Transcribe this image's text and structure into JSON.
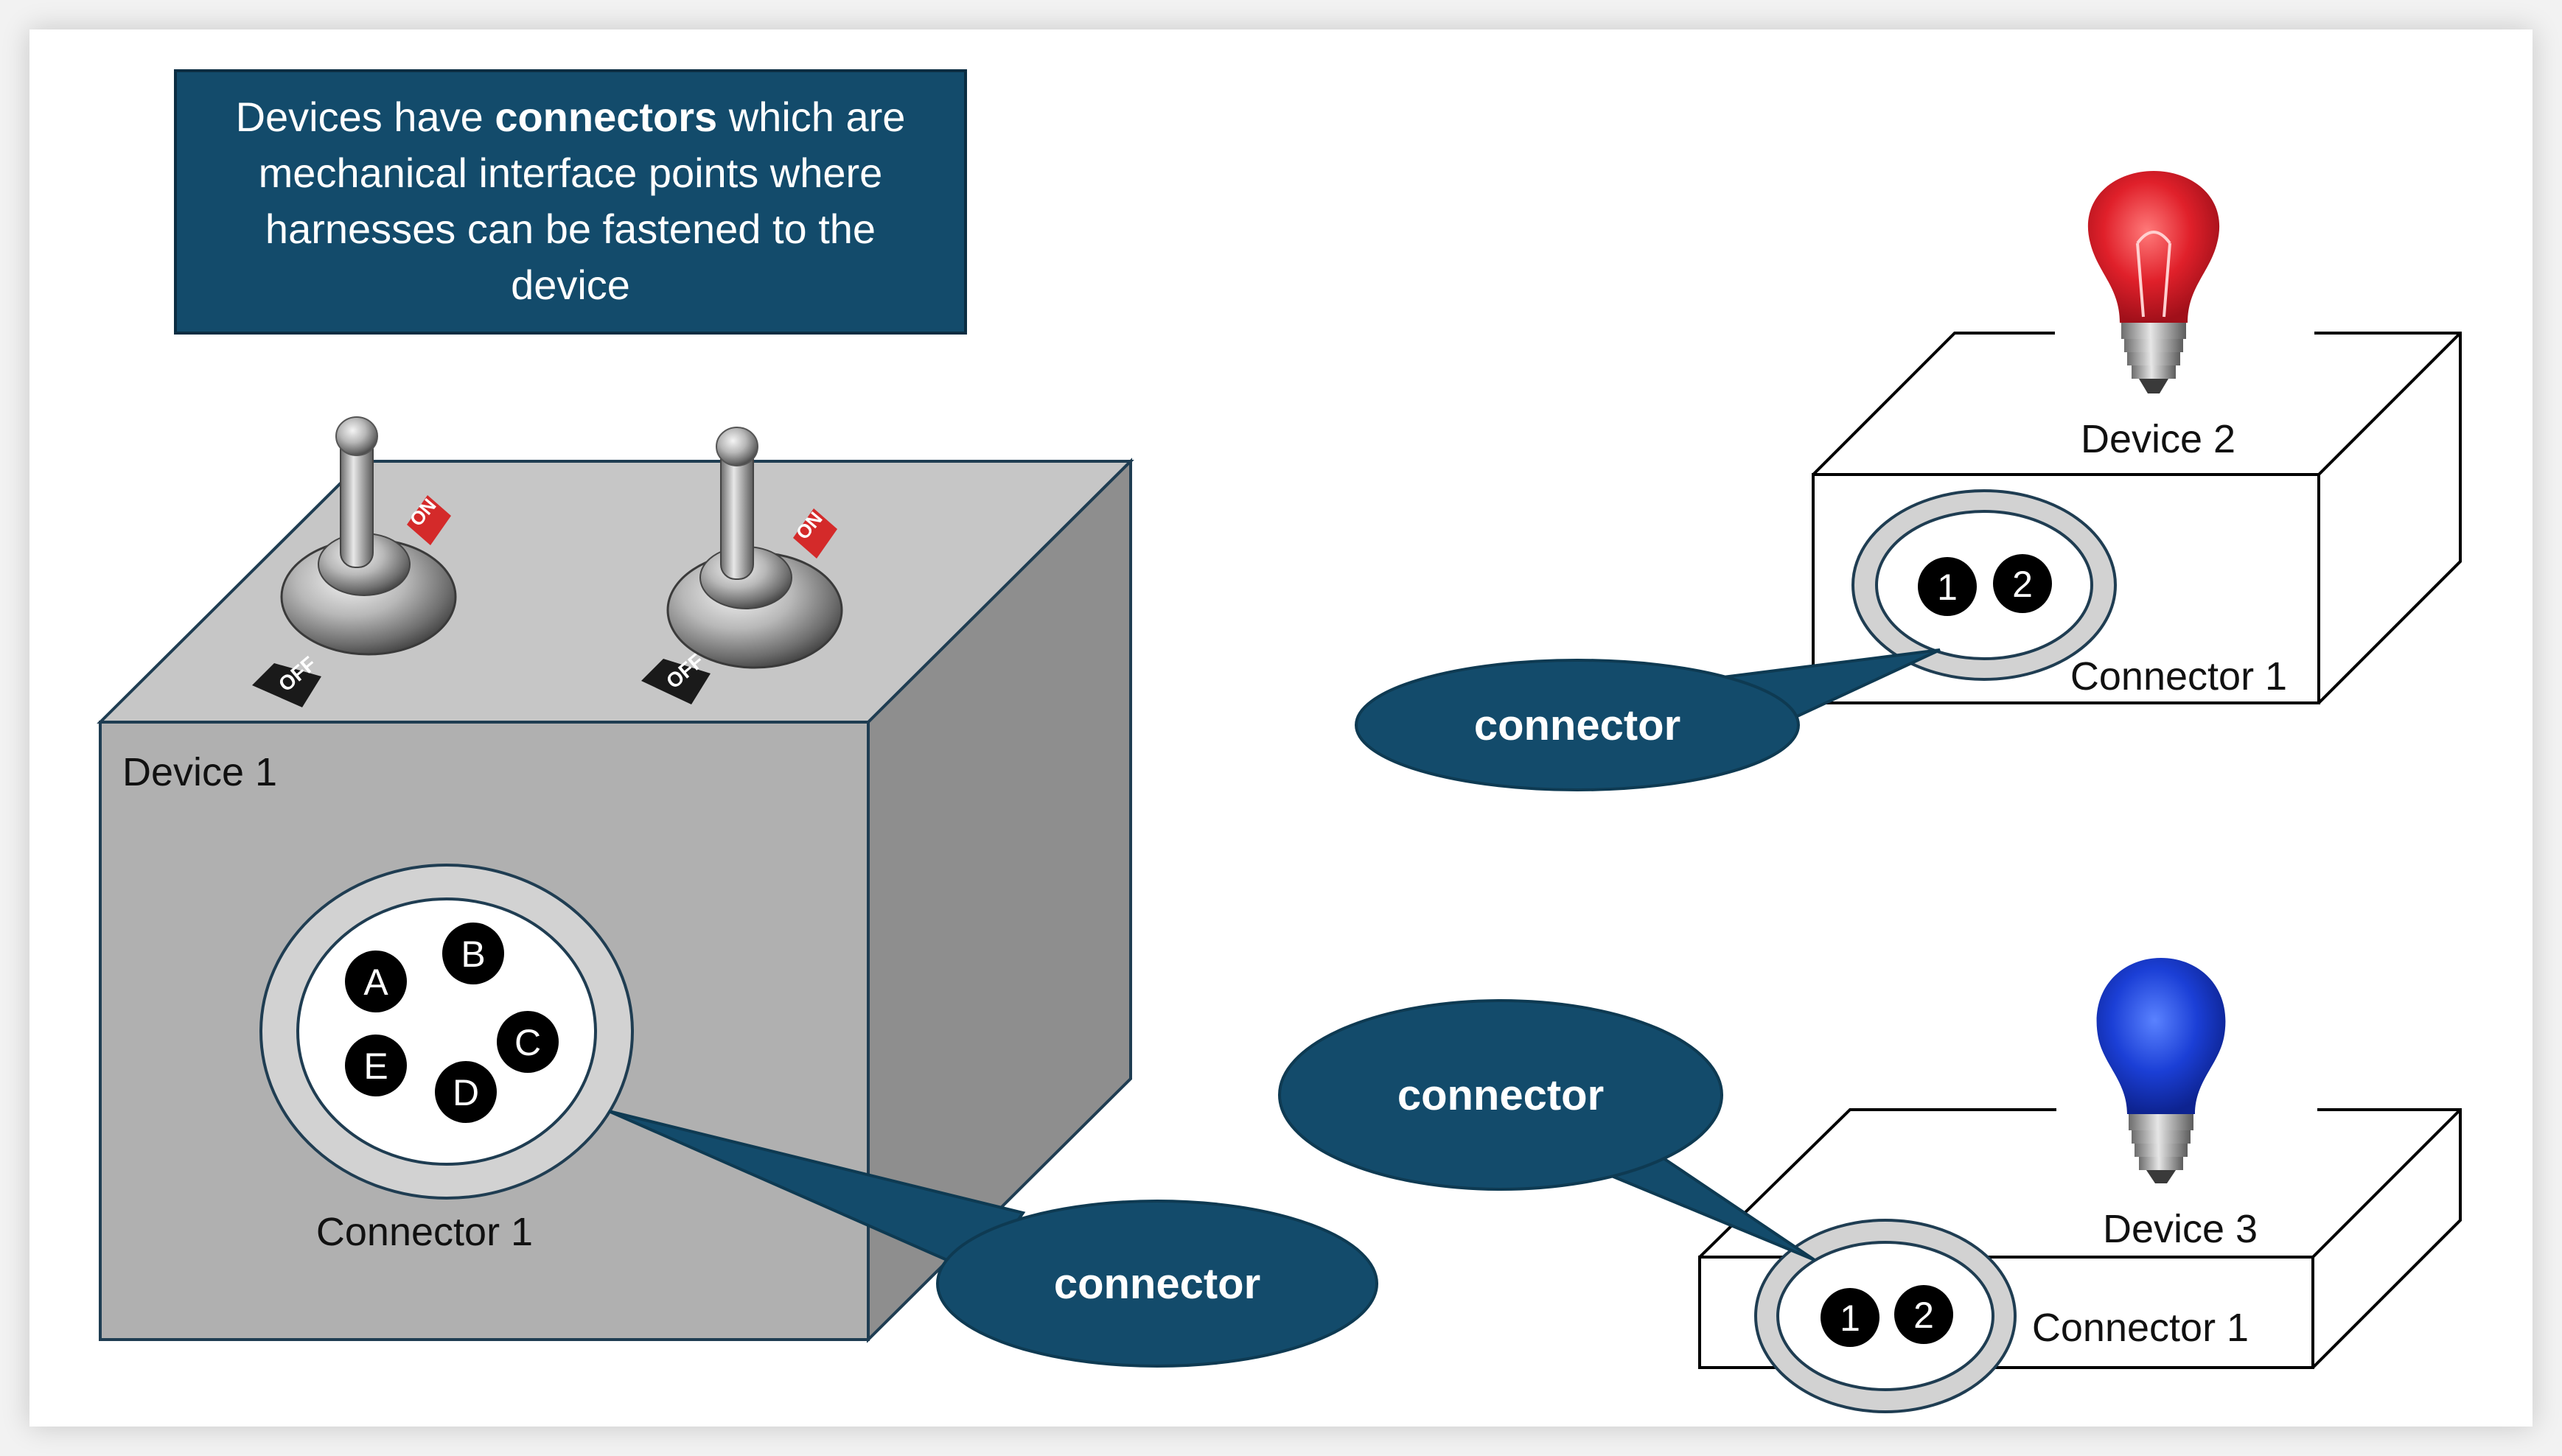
{
  "title_box": {
    "line1_pre": "Devices have ",
    "line1_bold": "connectors",
    "line1_post": " which are",
    "line2": "mechanical interface points where",
    "line3": "harnesses can be fastened to the",
    "line4": "device"
  },
  "device1": {
    "label": "Device 1",
    "connector_label": "Connector 1",
    "pins": [
      "A",
      "B",
      "C",
      "D",
      "E"
    ],
    "switches": [
      {
        "on": "ON",
        "off": "OFF"
      },
      {
        "on": "ON",
        "off": "OFF"
      }
    ],
    "callout": "connector"
  },
  "device2": {
    "label": "Device 2",
    "connector_label": "Connector 1",
    "pins": [
      "1",
      "2"
    ],
    "callout": "connector",
    "bulb_color": "#d8202a"
  },
  "device3": {
    "label": "Device 3",
    "connector_label": "Connector 1",
    "pins": [
      "1",
      "2"
    ],
    "callout": "connector",
    "bulb_color": "#1b3fd6"
  },
  "colors": {
    "callout_fill": "#134b6b",
    "callout_stroke": "#0e3a52",
    "box_front": "#b0b0b0",
    "box_top": "#c6c6c6",
    "box_side": "#8e8e8e",
    "pin_fill": "#000000"
  }
}
